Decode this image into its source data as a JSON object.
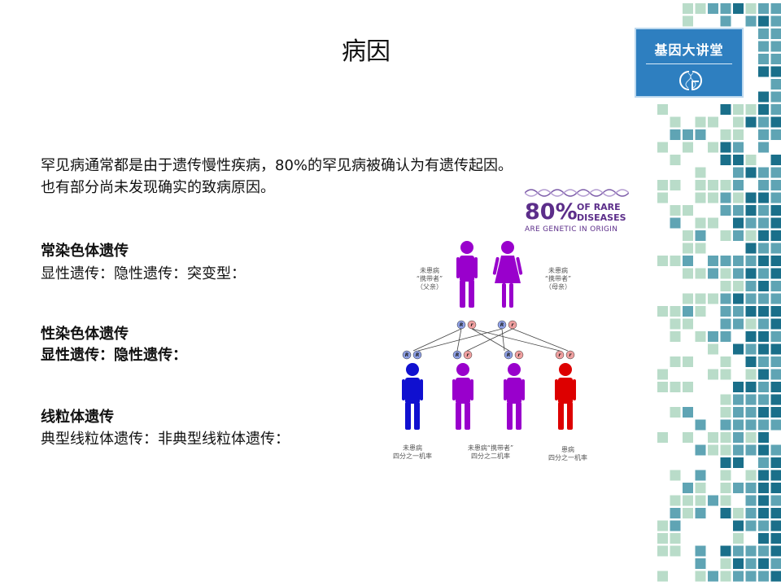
{
  "slide": {
    "title": "病因",
    "intro_line1": "罕见病通常都是由于遗传慢性疾病，80%的罕见病被确认为有遗传起因。",
    "intro_line2": "也有部分尚未发现确实的致病原因。",
    "sections": [
      {
        "heading": "常染色体遗传",
        "sub": "显性遗传：隐性遗传：突变型："
      },
      {
        "heading": "性染色体遗传",
        "sub": "显性遗传：隐性遗传："
      },
      {
        "heading": "线粒体遗传",
        "sub": "典型线粒体遗传：非典型线粒体遗传："
      }
    ]
  },
  "logo": {
    "text": "基因大讲堂",
    "mark": "CG"
  },
  "badge": {
    "percent": "80%",
    "line1": "OF RARE",
    "line2": "DISEASES",
    "line3": "ARE GENETIC IN ORIGIN"
  },
  "pedigree": {
    "father_label": [
      "未患病",
      "“携带者”",
      "（父亲）"
    ],
    "mother_label": [
      "未患病",
      "“携带者”",
      "（母亲）"
    ],
    "child1_label": [
      "未患病",
      "四分之一机率"
    ],
    "child23_label": [
      "未患病“携带者”",
      "四分之二机率"
    ],
    "child4_label": [
      "患病",
      "四分之一机率"
    ],
    "allele_dominant": "R",
    "allele_recessive": "r",
    "colors": {
      "unaffected": "#1010d0",
      "carrier": "#9900cc",
      "affected": "#dd0000"
    }
  },
  "theme": {
    "mosaic_dark": "#1a6f8a",
    "mosaic_mid": "#5fa4b4",
    "mosaic_light": "#b9dcc9",
    "logo_bg": "#2e7fc0"
  }
}
